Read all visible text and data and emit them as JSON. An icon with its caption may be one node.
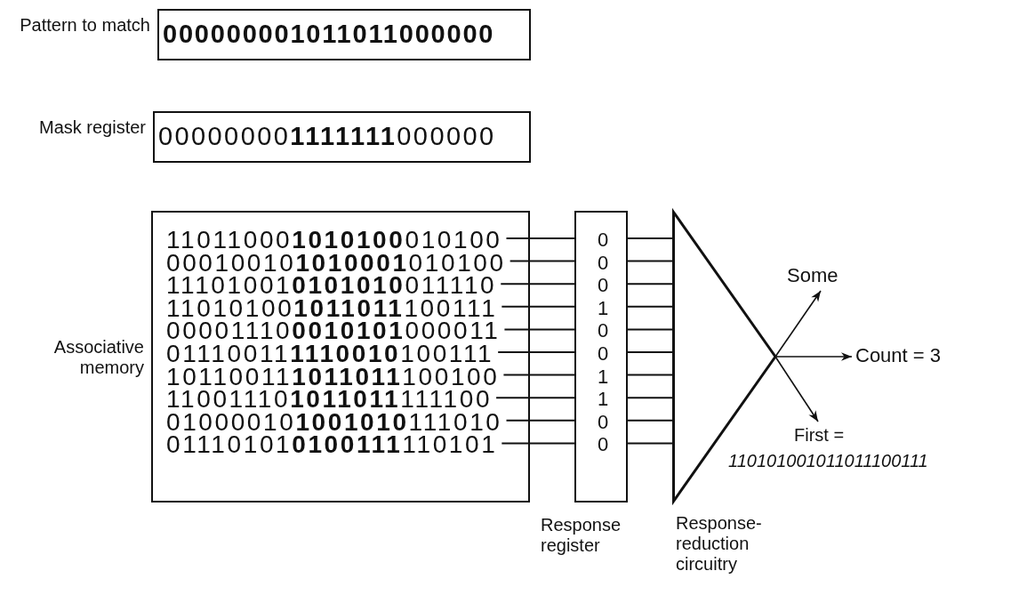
{
  "diagram": {
    "nodes": [
      {
        "text": [
          "000000001011011000000"
        ],
        "beside": [
          "Pattern to match"
        ]
      },
      {
        "text": [
          "00000000**1111111**000000"
        ],
        "beside": [
          "Mask register"
        ]
      },
      {
        "text": [],
        "shape": "box",
        "beside": [
          "Associative memory"
        ]
      },
      {
        "text": [
          "11011000**1010100**010100"
        ],
        "in": 2
      },
      {
        "text": [
          "00010010**1010001**010100"
        ],
        "in": 2
      },
      {
        "text": [
          "11101001**0101010**011110"
        ],
        "in": 2
      },
      {
        "text": [
          "11010100**1011011**100111"
        ],
        "in": 2
      },
      {
        "text": [
          "00001110**0010101**000011"
        ],
        "in": 2
      },
      {
        "text": [
          "01110011**1110010**100111"
        ],
        "in": 2
      },
      {
        "text": [
          "10110011**1011011**100100"
        ],
        "in": 2
      },
      {
        "text": [
          "11001110**1011011**111100"
        ],
        "in": 2
      },
      {
        "text": [
          "01000010**1001010**111010"
        ],
        "in": 2
      },
      {
        "text": [
          "01110101**0100111**110101"
        ],
        "in": 2
      },
      {
        "text": [],
        "shape": "box",
        "beside": [
          "Response register"
        ]
      },
      {
        "text": [
          "0"
        ],
        "in": 13
      },
      {
        "text": [
          "0"
        ],
        "in": 13
      },
      {
        "text": [
          "0"
        ],
        "in": 13
      },
      {
        "text": [
          "1"
        ],
        "in": 13
      },
      {
        "text": [
          "0"
        ],
        "in": 13
      },
      {
        "text": [
          "0"
        ],
        "in": 13
      },
      {
        "text": [
          "1"
        ],
        "in": 13
      },
      {
        "text": [
          "1"
        ],
        "in": 13
      },
      {
        "text": [
          "0"
        ],
        "in": 13
      },
      {
        "text": [
          "0"
        ],
        "in": 13
      },
      {
        "text": [],
        "shape": "triangle",
        "beside": [
          "Response-reduction circuitry"
        ]
      },
      {
        "text": [
          "Some"
        ]
      },
      {
        "text": [
          "Count = 3"
        ]
      },
      {
        "text": [
          "First =",
          "*110101001011011100111*"
        ]
      }
    ],
    "edges": [
      {
        "from": 3,
        "to": 14,
        "arrow": "none"
      },
      {
        "from": 4,
        "to": 15,
        "arrow": "none"
      },
      {
        "from": 5,
        "to": 16,
        "arrow": "none"
      },
      {
        "from": 6,
        "to": 17,
        "arrow": "none"
      },
      {
        "from": 7,
        "to": 18,
        "arrow": "none"
      },
      {
        "from": 8,
        "to": 19,
        "arrow": "none"
      },
      {
        "from": 9,
        "to": 20,
        "arrow": "none"
      },
      {
        "from": 10,
        "to": 21,
        "arrow": "none"
      },
      {
        "from": 11,
        "to": 22,
        "arrow": "none"
      },
      {
        "from": 12,
        "to": 23,
        "arrow": "none"
      },
      {
        "from": 14,
        "to": 24,
        "arrow": "none"
      },
      {
        "from": 15,
        "to": 24,
        "arrow": "none"
      },
      {
        "from": 16,
        "to": 24,
        "arrow": "none"
      },
      {
        "from": 17,
        "to": 24,
        "arrow": "none"
      },
      {
        "from": 18,
        "to": 24,
        "arrow": "none"
      },
      {
        "from": 19,
        "to": 24,
        "arrow": "none"
      },
      {
        "from": 20,
        "to": 24,
        "arrow": "none"
      },
      {
        "from": 21,
        "to": 24,
        "arrow": "none"
      },
      {
        "from": 22,
        "to": 24,
        "arrow": "none"
      },
      {
        "from": 23,
        "to": 24,
        "arrow": "none"
      },
      {
        "from": 24,
        "to": 25,
        "arrow": "to"
      },
      {
        "from": 24,
        "to": 26,
        "arrow": "to"
      },
      {
        "from": 24,
        "to": 27,
        "arrow": "to"
      }
    ]
  }
}
